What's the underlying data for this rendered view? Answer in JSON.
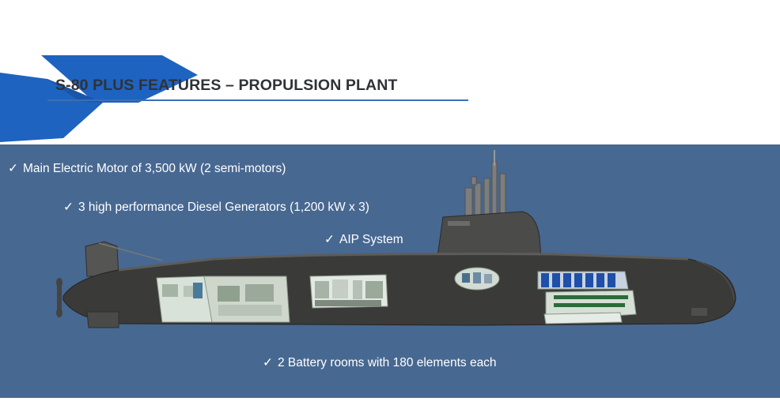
{
  "slide": {
    "title": "S-80 PLUS FEATURES – PROPULSION PLANT",
    "check_glyph": "✓",
    "features": [
      {
        "text": "Main Electric Motor of 3,500 kW (2 semi-motors)"
      },
      {
        "text": "3 high performance Diesel Generators (1,200 kW x 3)"
      },
      {
        "text": "AIP System"
      },
      {
        "text": "2 Battery rooms with 180 elements each"
      }
    ]
  },
  "colors": {
    "panel_background": "#476891",
    "logo_blue": "#1e63c0",
    "title_rule": "#3b6fb6",
    "hull": "#3a3a38",
    "text": "#ffffff"
  },
  "icons": {
    "logo": "navantia-chevron-logo",
    "check": "check-mark-icon",
    "illustration": "submarine-cutaway"
  }
}
